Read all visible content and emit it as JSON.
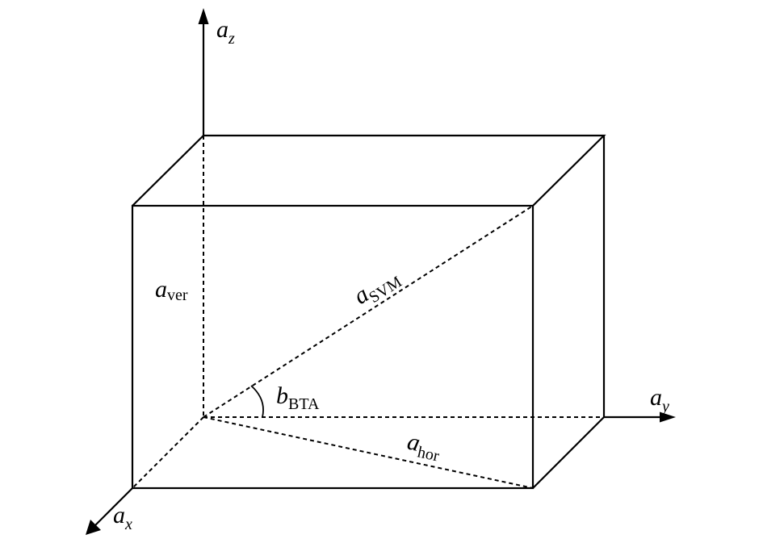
{
  "labels": {
    "az": {
      "main": "a",
      "sub": "z"
    },
    "ay": {
      "main": "a",
      "sub": "y"
    },
    "ax": {
      "main": "a",
      "sub": "x"
    },
    "aver": {
      "main": "a",
      "sub": "ver"
    },
    "asvm": {
      "main": "a",
      "sub": "SVM"
    },
    "bbta": {
      "main": "b",
      "sub": "BTA"
    },
    "ahor": {
      "main": "a",
      "sub": "hor"
    }
  }
}
